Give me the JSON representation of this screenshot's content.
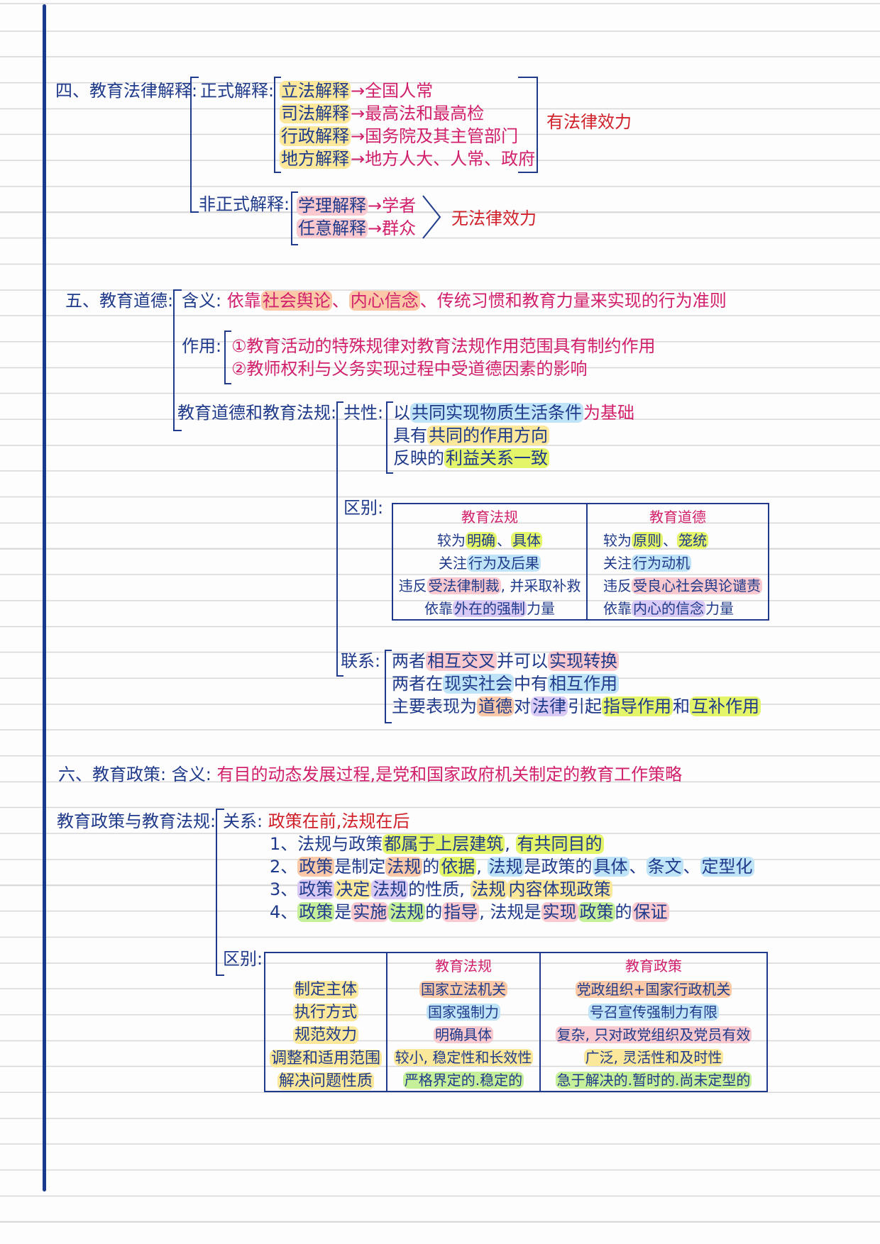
{
  "s4": {
    "title": "四、教育法律解释:",
    "formal": {
      "label": "正式解释:",
      "items": [
        {
          "k": "立法解释",
          "v": "→全国人常"
        },
        {
          "k": "司法解释",
          "v": "→最高法和最高检"
        },
        {
          "k": "行政解释",
          "v": "→国务院及其主管部门"
        },
        {
          "k": "地方解释",
          "v": "→地方人大、人常、政府"
        }
      ],
      "effect": "有法律效力"
    },
    "informal": {
      "label": "非正式解释:",
      "items": [
        {
          "k": "学理解释",
          "v": "→学者"
        },
        {
          "k": "任意解释",
          "v": "→群众"
        }
      ],
      "effect": "无法律效力"
    }
  },
  "s5": {
    "title": "五、教育道德:",
    "meaning": {
      "label": "含义:",
      "p1": "依靠",
      "h1": "社会舆论",
      "p2": "、",
      "h2": "内心信念",
      "p3": "、传统习惯和教育力量来实现的行为准则"
    },
    "function": {
      "label": "作用:",
      "items": [
        "①教育活动的特殊规律对教育法规作用范围具有制约作用",
        "②教师权利与义务实现过程中受道德因素的影响"
      ]
    },
    "relation_label": "教育道德和教育法规:",
    "common": {
      "label": "共性:",
      "l1": {
        "a": "以",
        "b": "共同实现物质生活条件",
        "c": "为基础"
      },
      "l2": {
        "a": "具有",
        "b": "共同的作用方向"
      },
      "l3": {
        "a": "反映的",
        "b": "利益关系一致"
      }
    },
    "diff": {
      "label": "区别:",
      "headers": [
        "教育法规",
        "教育道德"
      ],
      "rows": [
        [
          {
            "a": "较为",
            "b": "明确",
            "c": "、",
            "d": "具体"
          },
          {
            "a": "较为",
            "b": "原则",
            "c": "、",
            "d": "笼统"
          }
        ],
        [
          {
            "a": "关注",
            "b": "行为及后果",
            "c": "",
            "d": ""
          },
          {
            "a": "关注",
            "b": "行为动机",
            "c": "",
            "d": ""
          }
        ],
        [
          {
            "a": "违反",
            "b": "受法律制裁",
            "c": ", 并采取补救",
            "d": ""
          },
          {
            "a": "违反",
            "b": "受良心社会舆论谴责",
            "c": "",
            "d": ""
          }
        ],
        [
          {
            "a": "依靠",
            "b": "外在的强制",
            "c": "力量",
            "d": ""
          },
          {
            "a": "依靠",
            "b": "内心的信念",
            "c": "力量",
            "d": ""
          }
        ]
      ]
    },
    "link": {
      "label": "联系:",
      "l1": {
        "a": "两者",
        "b": "相互交叉",
        "c": "并可以",
        "d": "实现转换"
      },
      "l2": {
        "a": "两者在",
        "b": "现实社会",
        "c": "中有",
        "d": "相互作用"
      },
      "l3": {
        "a": "主要表现为",
        "b": "道德",
        "c": "对",
        "d": "法律",
        "e": "引起",
        "f": "指导作用",
        "g": "和",
        "h": "互补作用"
      }
    }
  },
  "s6": {
    "title": "六、教育政策: 含义:",
    "meaning": "有目的动态发展过程,是党和国家政府机关制定的教育工作策略",
    "relation_label": "教育政策与教育法规:",
    "rel": {
      "label": "关系:",
      "head": "政策在前,法规在后",
      "l1": {
        "a": "1、法规与政策",
        "b": "都属于上层建筑",
        "c": ", ",
        "d": "有共同目的"
      },
      "l2": {
        "a": "2、",
        "b": "政策",
        "c": "是制定",
        "d": "法规",
        "e": "的",
        "f": "依据",
        "g": ", ",
        "h": "法规",
        "i": "是政策的",
        "j": "具体",
        "k": "、",
        "l": "条文",
        "m": "、",
        "n": "定型化"
      },
      "l3": {
        "a": "3、",
        "b": "政策",
        "c": "决定",
        "d": "法规",
        "e": "的性质, ",
        "f": "法规",
        "g": "内容体现政策"
      },
      "l4": {
        "a": "4、",
        "b": "政策",
        "c": "是",
        "d": "实施",
        "e": "法规",
        "f": "的",
        "g": "指导",
        "h": ", 法规是",
        "i": "实现",
        "j": "政策",
        "k": "的",
        "l": "保证"
      }
    },
    "diff": {
      "label": "区别:",
      "headers": [
        "教育法规",
        "教育政策"
      ],
      "rows": [
        {
          "k": "制定主体",
          "a": "国家立法机关",
          "b": "党政组织+国家行政机关"
        },
        {
          "k": "执行方式",
          "a": "国家强制力",
          "b": "号召宣传强制力有限"
        },
        {
          "k": "规范效力",
          "a": "明确具体",
          "b": "复杂, 只对政党组织及党员有效"
        },
        {
          "k": "调整和适用范围",
          "a": "较小, 稳定性和长效性",
          "b": "广泛, 灵活性和及时性"
        },
        {
          "k": "解决问题性质",
          "a": "严格界定的.稳定的",
          "b": "急于解决的.暂时的.尚未定型的"
        }
      ]
    }
  }
}
